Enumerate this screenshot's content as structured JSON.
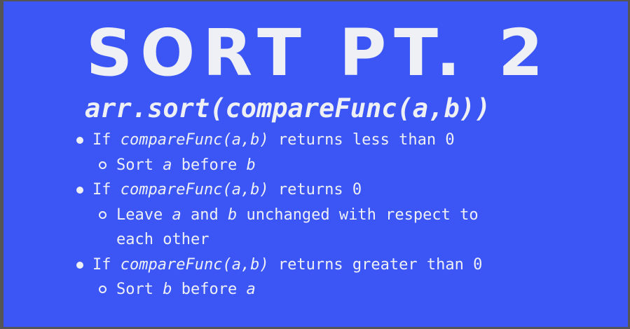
{
  "slide": {
    "title": "SORT PT. 2",
    "subtitle": "arr.sort(compareFunc(a,b))",
    "items": [
      {
        "prefix": "If ",
        "func": "compareFunc(a,b)",
        "suffix": " returns less than 0",
        "sub": {
          "p1": "Sort ",
          "v1": "a",
          "p2": " before ",
          "v2": "b"
        }
      },
      {
        "prefix": "If ",
        "func": "compareFunc(a,b)",
        "suffix": " returns 0",
        "sub": {
          "p1": "Leave ",
          "v1": "a",
          "p2": " and ",
          "v2": "b",
          "p3": " unchanged with respect to",
          "cont": "each other"
        }
      },
      {
        "prefix": "If ",
        "func": "compareFunc(a,b)",
        "suffix": " returns greater than 0",
        "sub": {
          "p1": "Sort ",
          "v1": "b",
          "p2": " before ",
          "v2": "a"
        }
      }
    ]
  }
}
